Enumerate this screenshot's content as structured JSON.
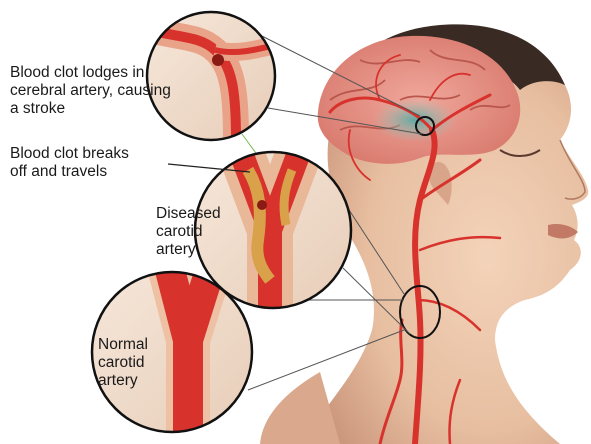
{
  "labels": {
    "clot_lodges": [
      "Blood clot lodges in",
      "cerebral artery, causing",
      "a stroke"
    ],
    "clot_breaks": [
      "Blood clot breaks",
      "off and travels"
    ],
    "diseased": [
      "Diseased",
      "carotid",
      "artery"
    ],
    "normal": [
      "Normal",
      "carotid",
      "artery"
    ]
  },
  "colors": {
    "skin": "#e9c3a6",
    "skin_shadow": "#c9957a",
    "brain": "#e8958a",
    "stroke_area": "#6fb0a6",
    "artery": "#d8322d",
    "plaque": "#d9a24a",
    "background": "#ffffff"
  }
}
